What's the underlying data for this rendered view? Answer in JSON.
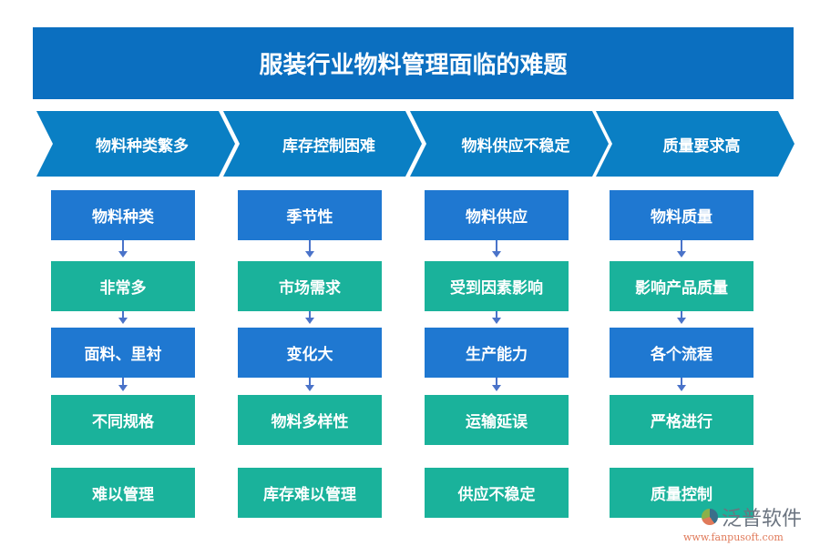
{
  "title": "服装行业物料管理面临的难题",
  "colors": {
    "title": "#0b6fc0",
    "chevron": "#0a7fc4",
    "blue_box": "#1f78d1",
    "green_box": "#1ab29b",
    "arrow": "#4a73c9"
  },
  "columns": [
    {
      "header": "物料种类繁多",
      "items": [
        "物料种类",
        "非常多",
        "面料、里衬",
        "不同规格",
        "难以管理"
      ]
    },
    {
      "header": "库存控制困难",
      "items": [
        "季节性",
        "市场需求",
        "变化大",
        "物料多样性",
        "库存难以管理"
      ]
    },
    {
      "header": "物料供应不稳定",
      "items": [
        "物料供应",
        "受到因素影响",
        "生产能力",
        "运输延误",
        "供应不稳定"
      ]
    },
    {
      "header": "质量要求高",
      "items": [
        "物料质量",
        "影响产品质量",
        "各个流程",
        "严格进行",
        "质量控制"
      ]
    }
  ],
  "logo": {
    "name": "泛普软件",
    "url": "www.fanpusoft.com"
  }
}
